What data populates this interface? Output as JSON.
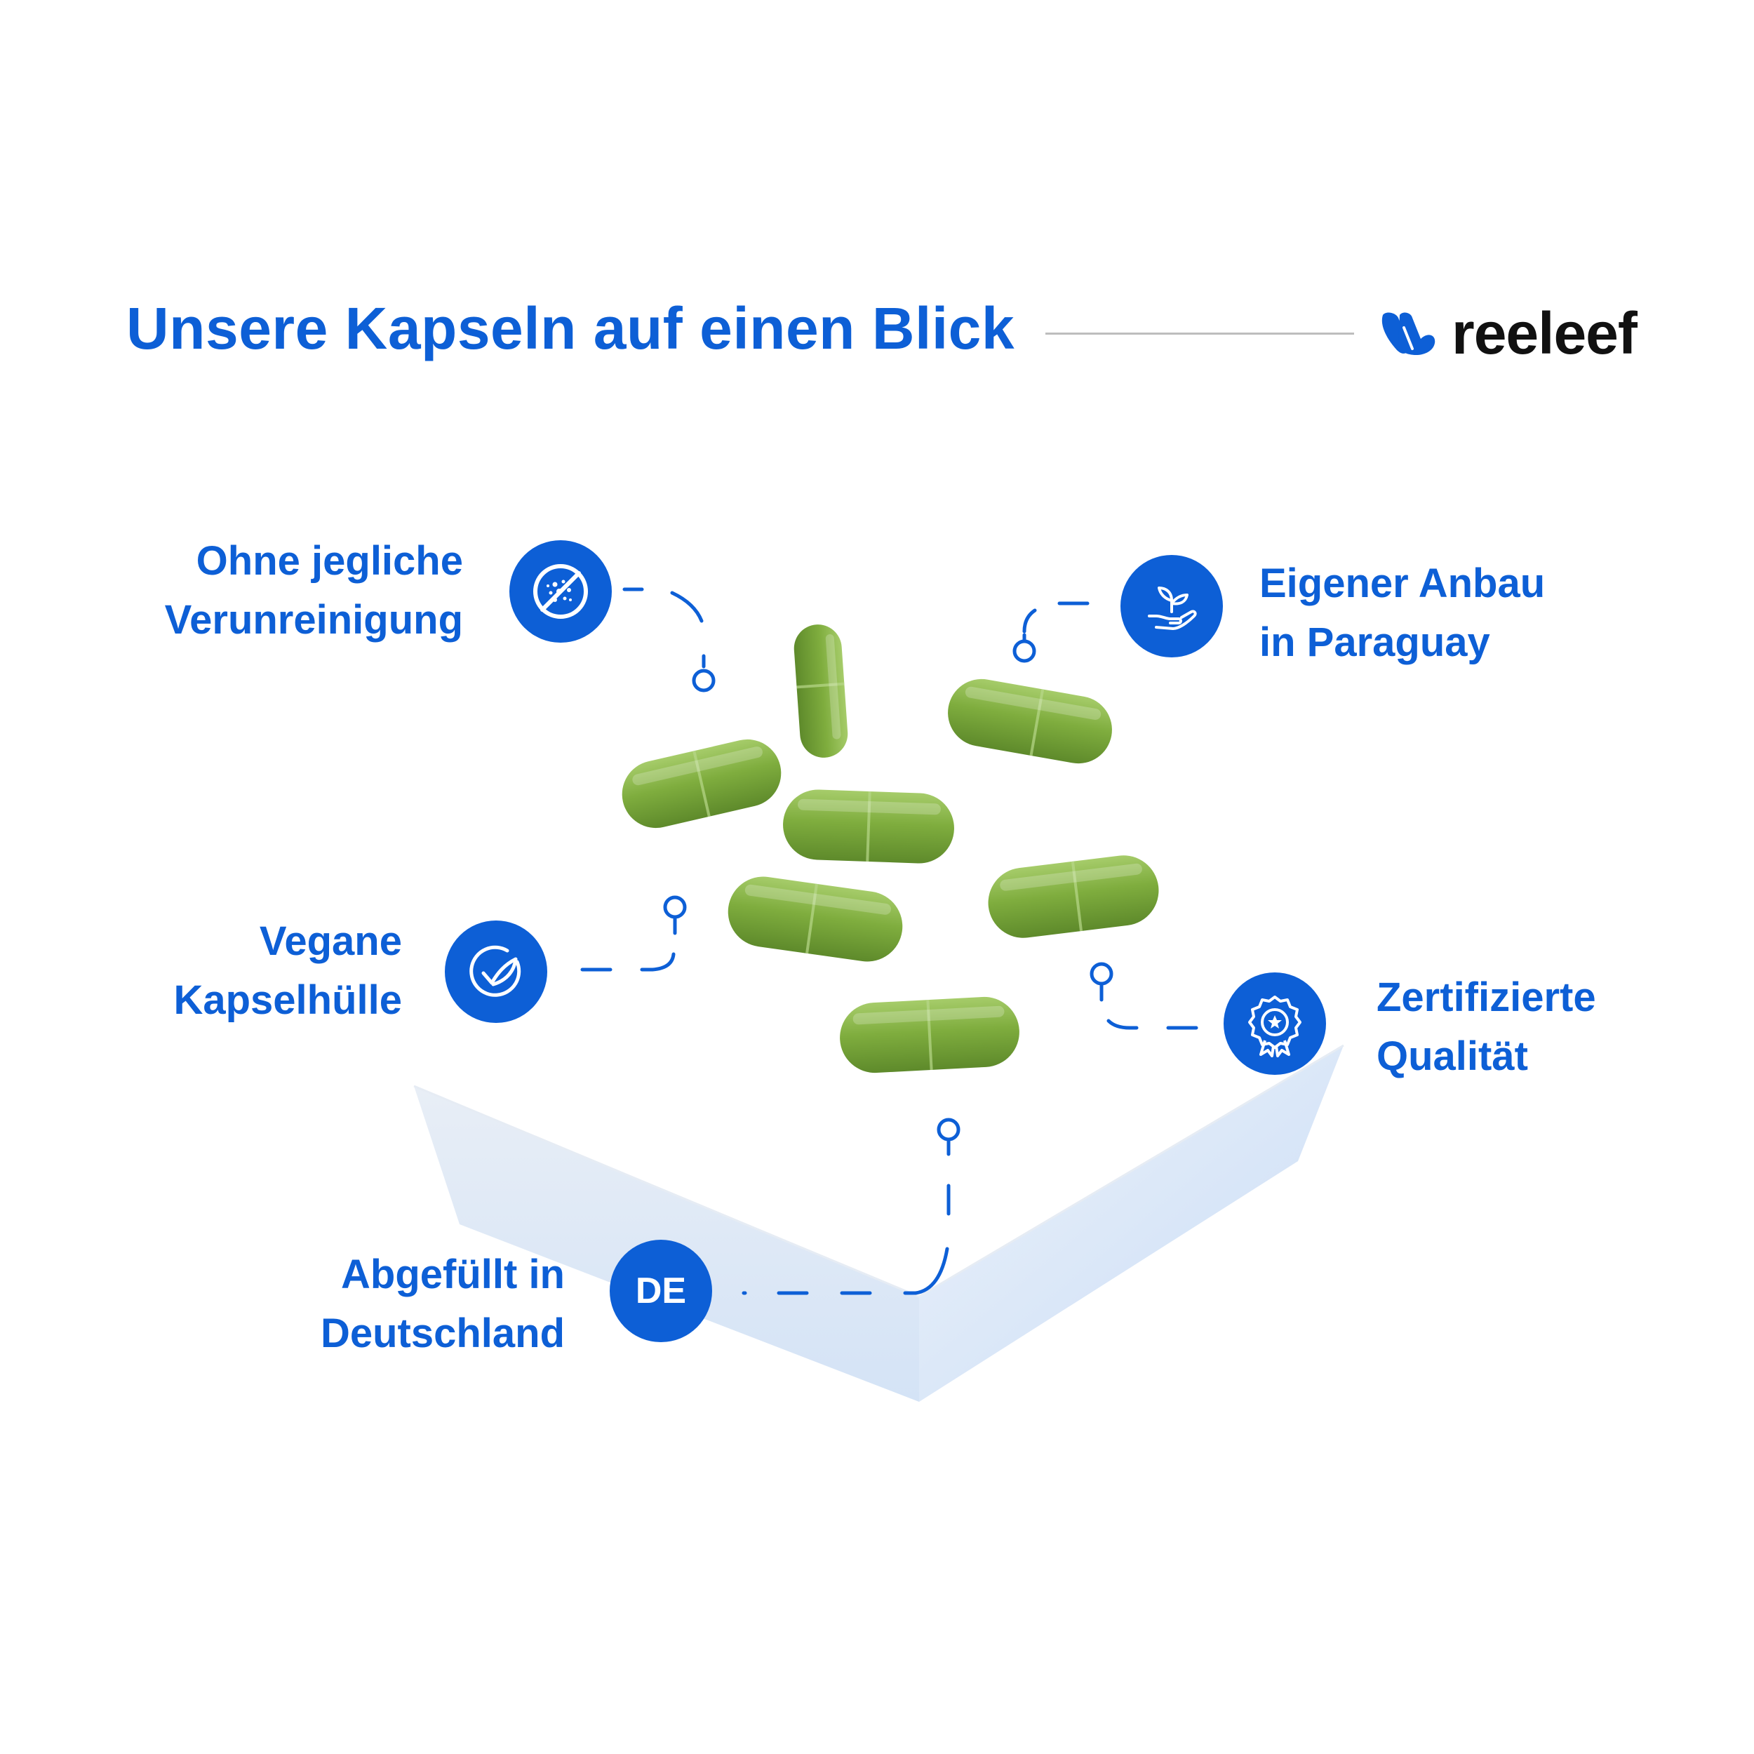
{
  "header": {
    "title": "Unsere Kapseln auf einen Blick",
    "brand_name": "reeleef",
    "brand_color": "#0d5fd6"
  },
  "features": [
    {
      "line1": "Ohne jegliche",
      "line2": "Verunreinigung",
      "icon": "no-contaminants-icon"
    },
    {
      "line1": "Eigener Anbau",
      "line2": "in Paraguay",
      "icon": "plant-in-hand-icon"
    },
    {
      "line1": "Vegane",
      "line2": "Kapselhülle",
      "icon": "vegan-check-leaf-icon"
    },
    {
      "line1": "Zertifizierte",
      "line2": "Qualität",
      "icon": "certificate-rosette-icon"
    },
    {
      "line1": "Abgefüllt in",
      "line2": "Deutschland",
      "icon": "badge-text",
      "badge_text": "DE"
    }
  ],
  "colors": {
    "accent": "#0d5fd6",
    "capsule_green": "#7fad3e",
    "brand_text": "#111111"
  }
}
